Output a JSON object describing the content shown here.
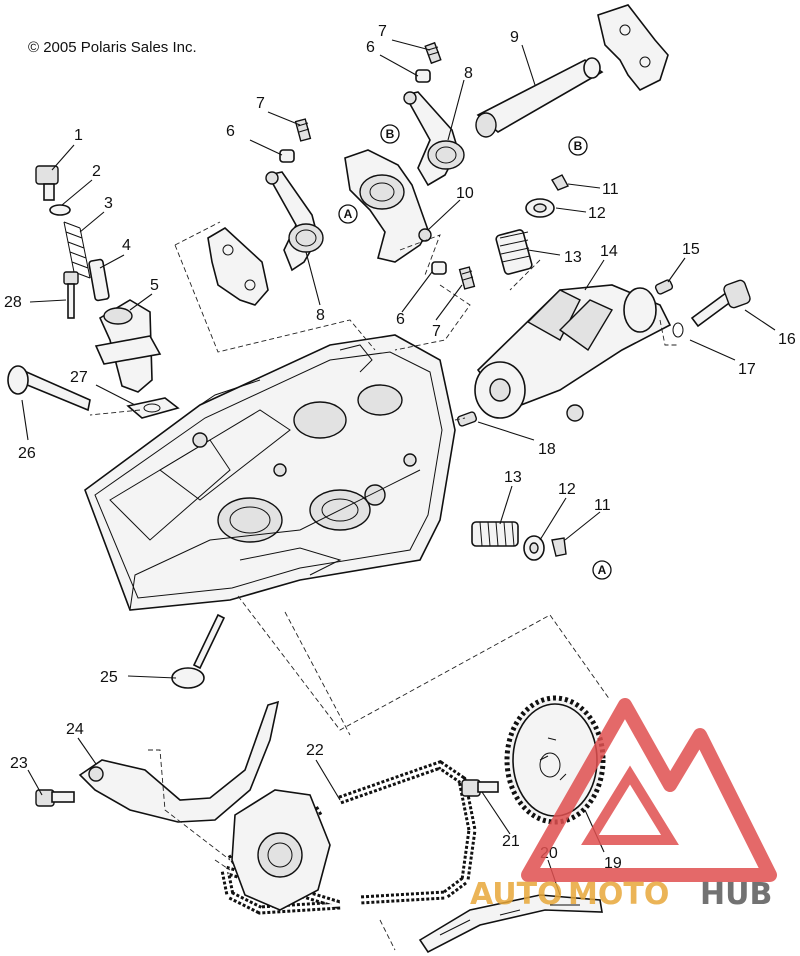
{
  "copyright": "© 2005 Polaris Sales Inc.",
  "callouts": [
    "1",
    "2",
    "3",
    "4",
    "5",
    "6",
    "6",
    "6",
    "7",
    "7",
    "7",
    "8",
    "8",
    "9",
    "10",
    "11",
    "11",
    "12",
    "12",
    "13",
    "13",
    "14",
    "15",
    "16",
    "17",
    "18",
    "19",
    "20",
    "21",
    "22",
    "23",
    "24",
    "25",
    "26",
    "27",
    "28"
  ],
  "reference_markers": [
    "A",
    "A",
    "B",
    "B"
  ],
  "watermark": {
    "part1": "AUTO",
    "part2": "MOTO",
    "part3": "HUB",
    "color_primary": "#e8a83a",
    "color_secondary": "#5a5a5a",
    "logo_color": "#e05050"
  }
}
